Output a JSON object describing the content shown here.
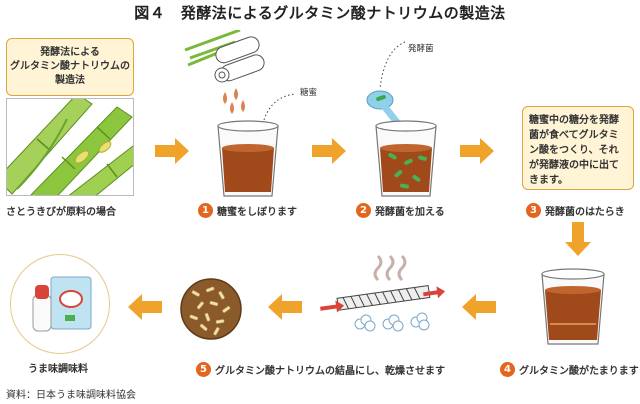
{
  "title": "図４　発酵法によるグルタミン酸ナトリウムの製造法",
  "intro_box": "発酵法による\nグルタミン酸ナトリウムの\n製造法",
  "source_caption": "さとうきびが原料の場合",
  "steps": [
    {
      "num": "1",
      "label": "糖蜜をしぼります"
    },
    {
      "num": "2",
      "label": "発酵菌を加える"
    },
    {
      "num": "3",
      "label": "発酵菌のはたらき"
    },
    {
      "num": "4",
      "label": "グルタミン酸がたまります"
    },
    {
      "num": "5",
      "label": "グルタミン酸ナトリウムの結晶にし、乾燥させます"
    }
  ],
  "annotations": {
    "molasses": "糖蜜",
    "bacteria": "発酵菌"
  },
  "explanation": "糖蜜中の糖分を発酵菌が食べてグルタミン酸をつくり、それが発酵液の中に出てきます。",
  "product_caption": "うま味調味料",
  "credit": "資料：日本うま味調味料協会",
  "colors": {
    "arrow": "#f0a32a",
    "step_circle": "#e3661e",
    "liquid": "#a04a1c",
    "box_fill": "#fff4d6",
    "box_border": "#e0a23a",
    "cane": "#8cc63f",
    "bacteria": "#4caf50"
  }
}
